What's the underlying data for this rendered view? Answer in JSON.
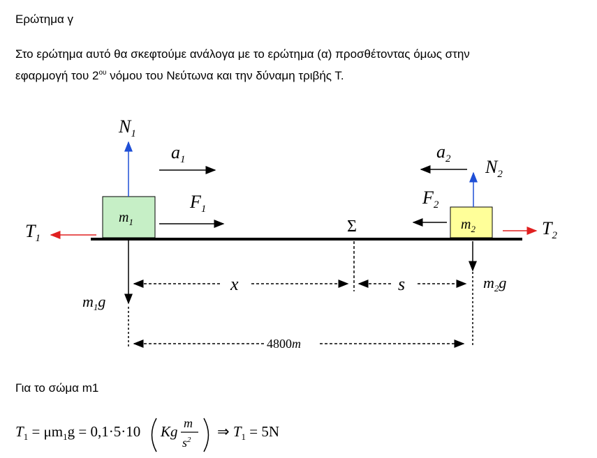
{
  "heading": "Ερώτημα γ",
  "intro": {
    "line1": "Στο ερώτημα αυτό θα σκεφτούμε ανάλογα με το ερώτημα (α) προσθέτοντας όμως στην",
    "line2_before": "εφαρμογή του 2",
    "line2_sup": "ου",
    "line2_after": " νόμου του Νεύτωνα και την δύναμη τριβής Τ."
  },
  "diagram": {
    "labels": {
      "N1": "N",
      "N1_sub": "1",
      "a1": "a",
      "a1_sub": "1",
      "F1": "F",
      "F1_sub": "1",
      "m1": "m",
      "m1_sub": "1",
      "T1": "T",
      "T1_sub": "1",
      "m1g": "m",
      "m1g_sub": "1",
      "m1g_g": "g",
      "x": "x",
      "sigma": "Σ",
      "s": "s",
      "a2": "a",
      "a2_sub": "2",
      "N2": "N",
      "N2_sub": "2",
      "F2": "F",
      "F2_sub": "2",
      "m2": "m",
      "m2_sub": "2",
      "T2": "T",
      "T2_sub": "2",
      "m2g": "m",
      "m2g_sub": "2",
      "m2g_g": "g",
      "distance": "4800",
      "distance_unit": "m"
    },
    "colors": {
      "block1_fill": "#c6efc6",
      "block2_fill": "#ffff99",
      "normal_arrow": "#1f4fd6",
      "tension_arrow": "#e02020"
    }
  },
  "section_heading": "Για το σώμα m1",
  "formula": {
    "lhs": "T",
    "lhs_sub": "1",
    "eq1": " = μm",
    "eq1_sub": "1",
    "eq1_g": "g = 0,1·5·10",
    "unit_kg": "Kg",
    "unit_m": "m",
    "unit_s": "s",
    "unit_s_sup": "2",
    "implies": "⇒ ",
    "res_T": "T",
    "res_sub": "1",
    "res_val": " = 5N"
  }
}
